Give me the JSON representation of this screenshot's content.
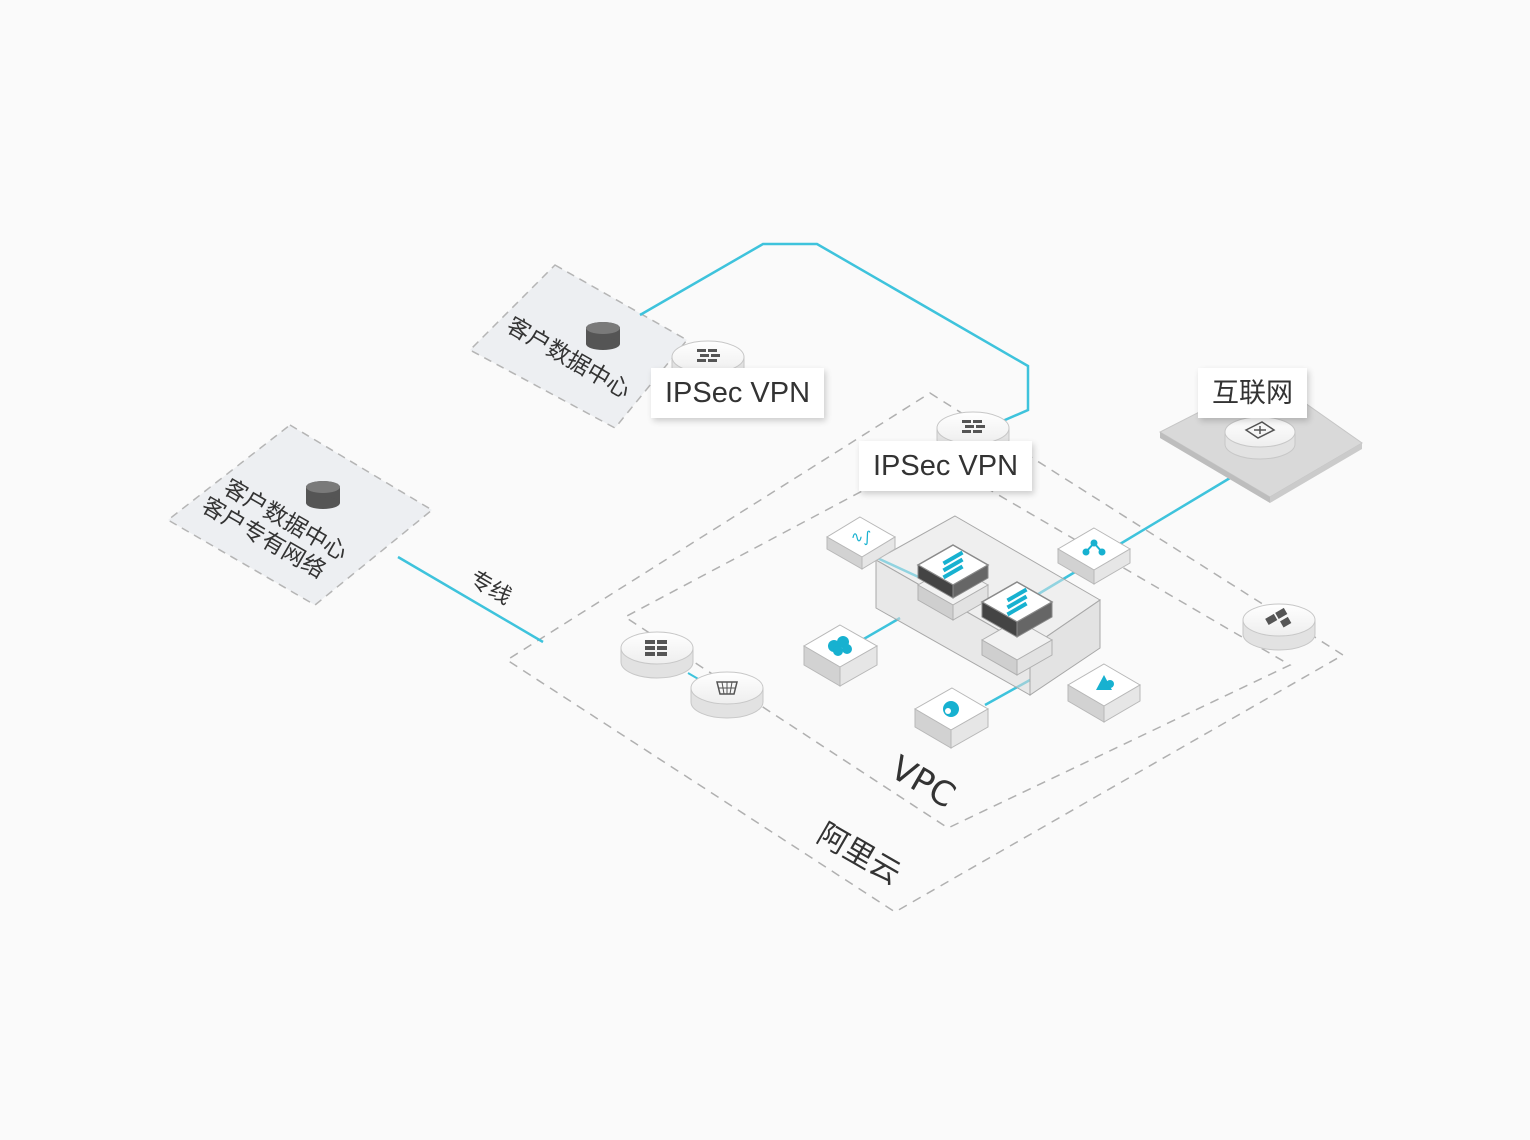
{
  "labels": {
    "dc_top": "客户数据中心",
    "dc_left_line1": "客户数据中心",
    "dc_left_line2": "客户专有网络",
    "dedicated_line": "专线",
    "vpn_customer": "IPSec VPN",
    "vpn_cloud": "IPSec VPN",
    "internet": "互联网",
    "vpc": "VPC",
    "aliyun": "阿里云"
  },
  "icons": {
    "database": "database-icon",
    "vpn_gateway": "vpn-gateway-icon",
    "internet_gateway": "internet-gateway-icon",
    "router": "router-icon",
    "firewall": "firewall-icon",
    "slb": "load-balancer-icon",
    "ecs": "server-icon",
    "network": "network-icon",
    "oss": "storage-icon",
    "cdn": "cdn-icon",
    "user": "user-icon",
    "cloud": "cloud-icon"
  },
  "colors": {
    "link": "#3ec3dc",
    "accent": "#17b1d0",
    "zone_fill": "#edeff2",
    "dashed": "#b5b5b5",
    "background": "#fafafa"
  }
}
